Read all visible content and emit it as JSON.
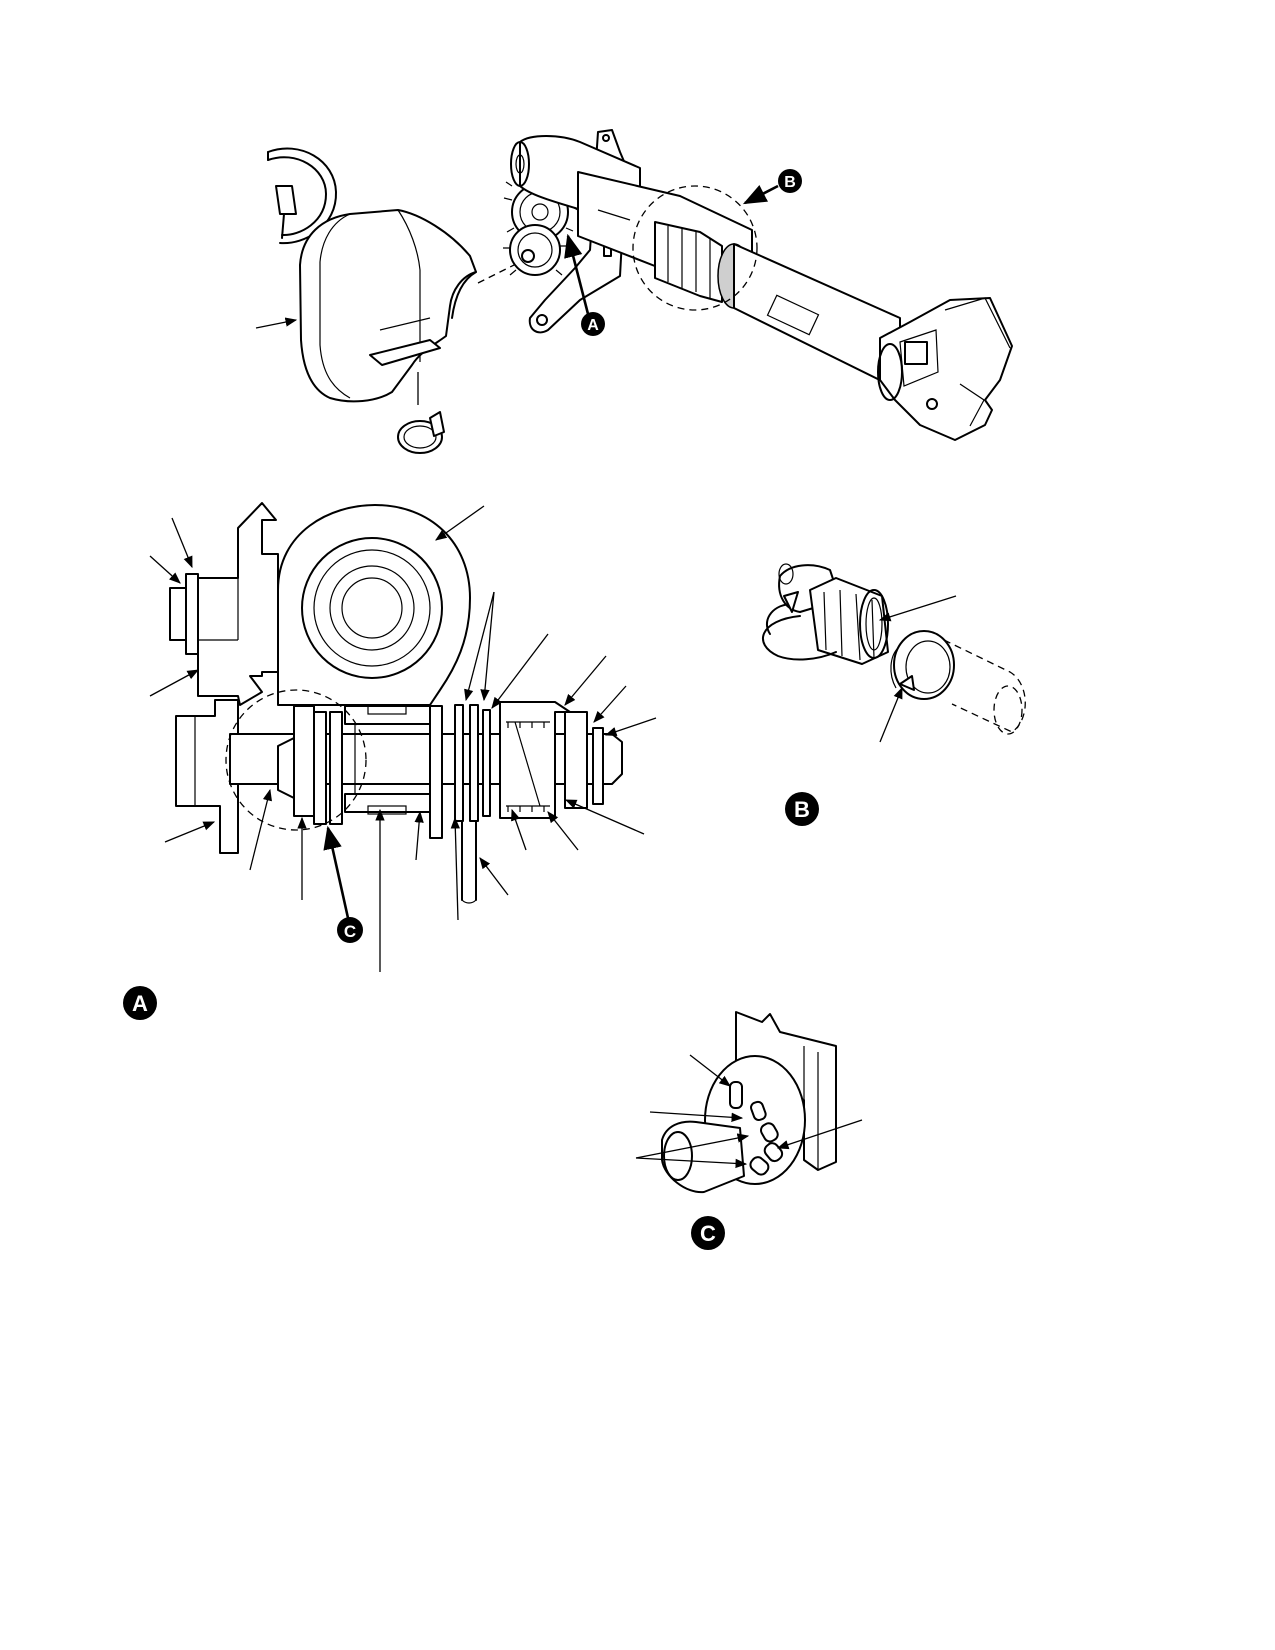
{
  "callouts": {
    "a": "A",
    "b": "B",
    "c": "C"
  },
  "icons": {
    "arrowhead": "arrowhead-icon"
  }
}
